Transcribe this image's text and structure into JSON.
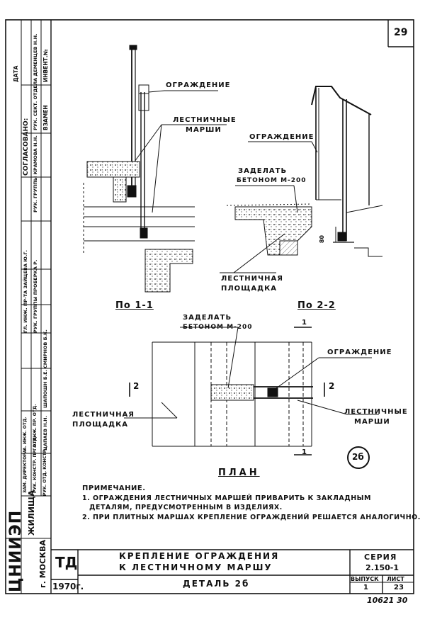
{
  "sheet_number": "29",
  "labels": {
    "ograzhdenie": "ОГРАЖДЕНИЕ",
    "lestnichnye": "ЛЕСТНИЧНЫЕ",
    "marshi": "МАРШИ",
    "zadelat": "ЗАДЕЛАТЬ",
    "betonom": "БЕТОНОМ М-200",
    "lestnichnaya": "ЛЕСТНИЧНАЯ",
    "ploshchadka": "ПЛОЩАДКА",
    "dim_80": "80",
    "mark_1": "1",
    "mark_2": "2"
  },
  "sections": {
    "po11": "По 1-1",
    "po22": "По 2-2",
    "plan": "ПЛАН"
  },
  "detail_mark": "2б",
  "notes": {
    "heading": "ПРИМЕЧАНИЕ.",
    "n1a": "1. ОГРАЖДЕНИЯ ЛЕСТНИЧНЫХ МАРШЕЙ ПРИВАРИТЬ К ЗАКЛАДНЫМ",
    "n1b": "ДЕТАЛЯМ, ПРЕДУСМОТРЕННЫМ В ИЗДЕЛИЯХ.",
    "n2": "2. ПРИ ПЛИТНЫХ МАРШАХ КРЕПЛЕНИЕ ОГРАЖДЕНИЙ РЕШАЕТСЯ АНАЛОГИЧНО."
  },
  "side_stamp": {
    "approved": "СОГЛАСОВАНО:",
    "date": "ДАТА",
    "inv_no": "ИНВЕНТ.№",
    "vzamen": "ВЗАМЕН",
    "rows": [
      "РУК. СЕКТ. ОТДЕЛА ДЕМЕНЦЕВ Н.Н.",
      "РУК. ГРУППЫ КРАМОВА Н.Н.",
      "ГЛ. ИНЖ. ПР-ТА ЗАЙЦЕВА Ю.Г.",
      "РУК. ГРУППЫ ПРОБЕРКА Р.",
      "СМИРНОВ Б.К.",
      "ШАПОШН Б.Е.",
      "ЦАПАЕВ Н.Н."
    ],
    "left_rows": [
      "ЗАМ. ДИРЕКТОРА",
      "ГЛ. ИНЖ. ПР. ОТД.",
      "РУК. КОНСТР. ПР. ОТД.",
      "РУК. ОТД. КОНСТР.",
      "А. ИНЖ. ОТД."
    ]
  },
  "org": {
    "logo": "ЦНИИЭП",
    "dept": "ЖИЛИЩА",
    "city": "г. МОСКВА"
  },
  "title_block": {
    "td": "ТД",
    "year": "1970г.",
    "title1": "КРЕПЛЕНИЕ ОГРАЖДЕНИЯ",
    "title2": "К ЛЕСТНИЧНОМУ МАРШУ",
    "detail": "ДЕТАЛЬ 2б",
    "series_label": "СЕРИЯ",
    "series": "2.150-1",
    "vypusk_label": "ВЫПУСК",
    "vypusk": "1",
    "list_label": "ЛИСТ",
    "list": "23"
  },
  "inventory_number": "10621 30"
}
